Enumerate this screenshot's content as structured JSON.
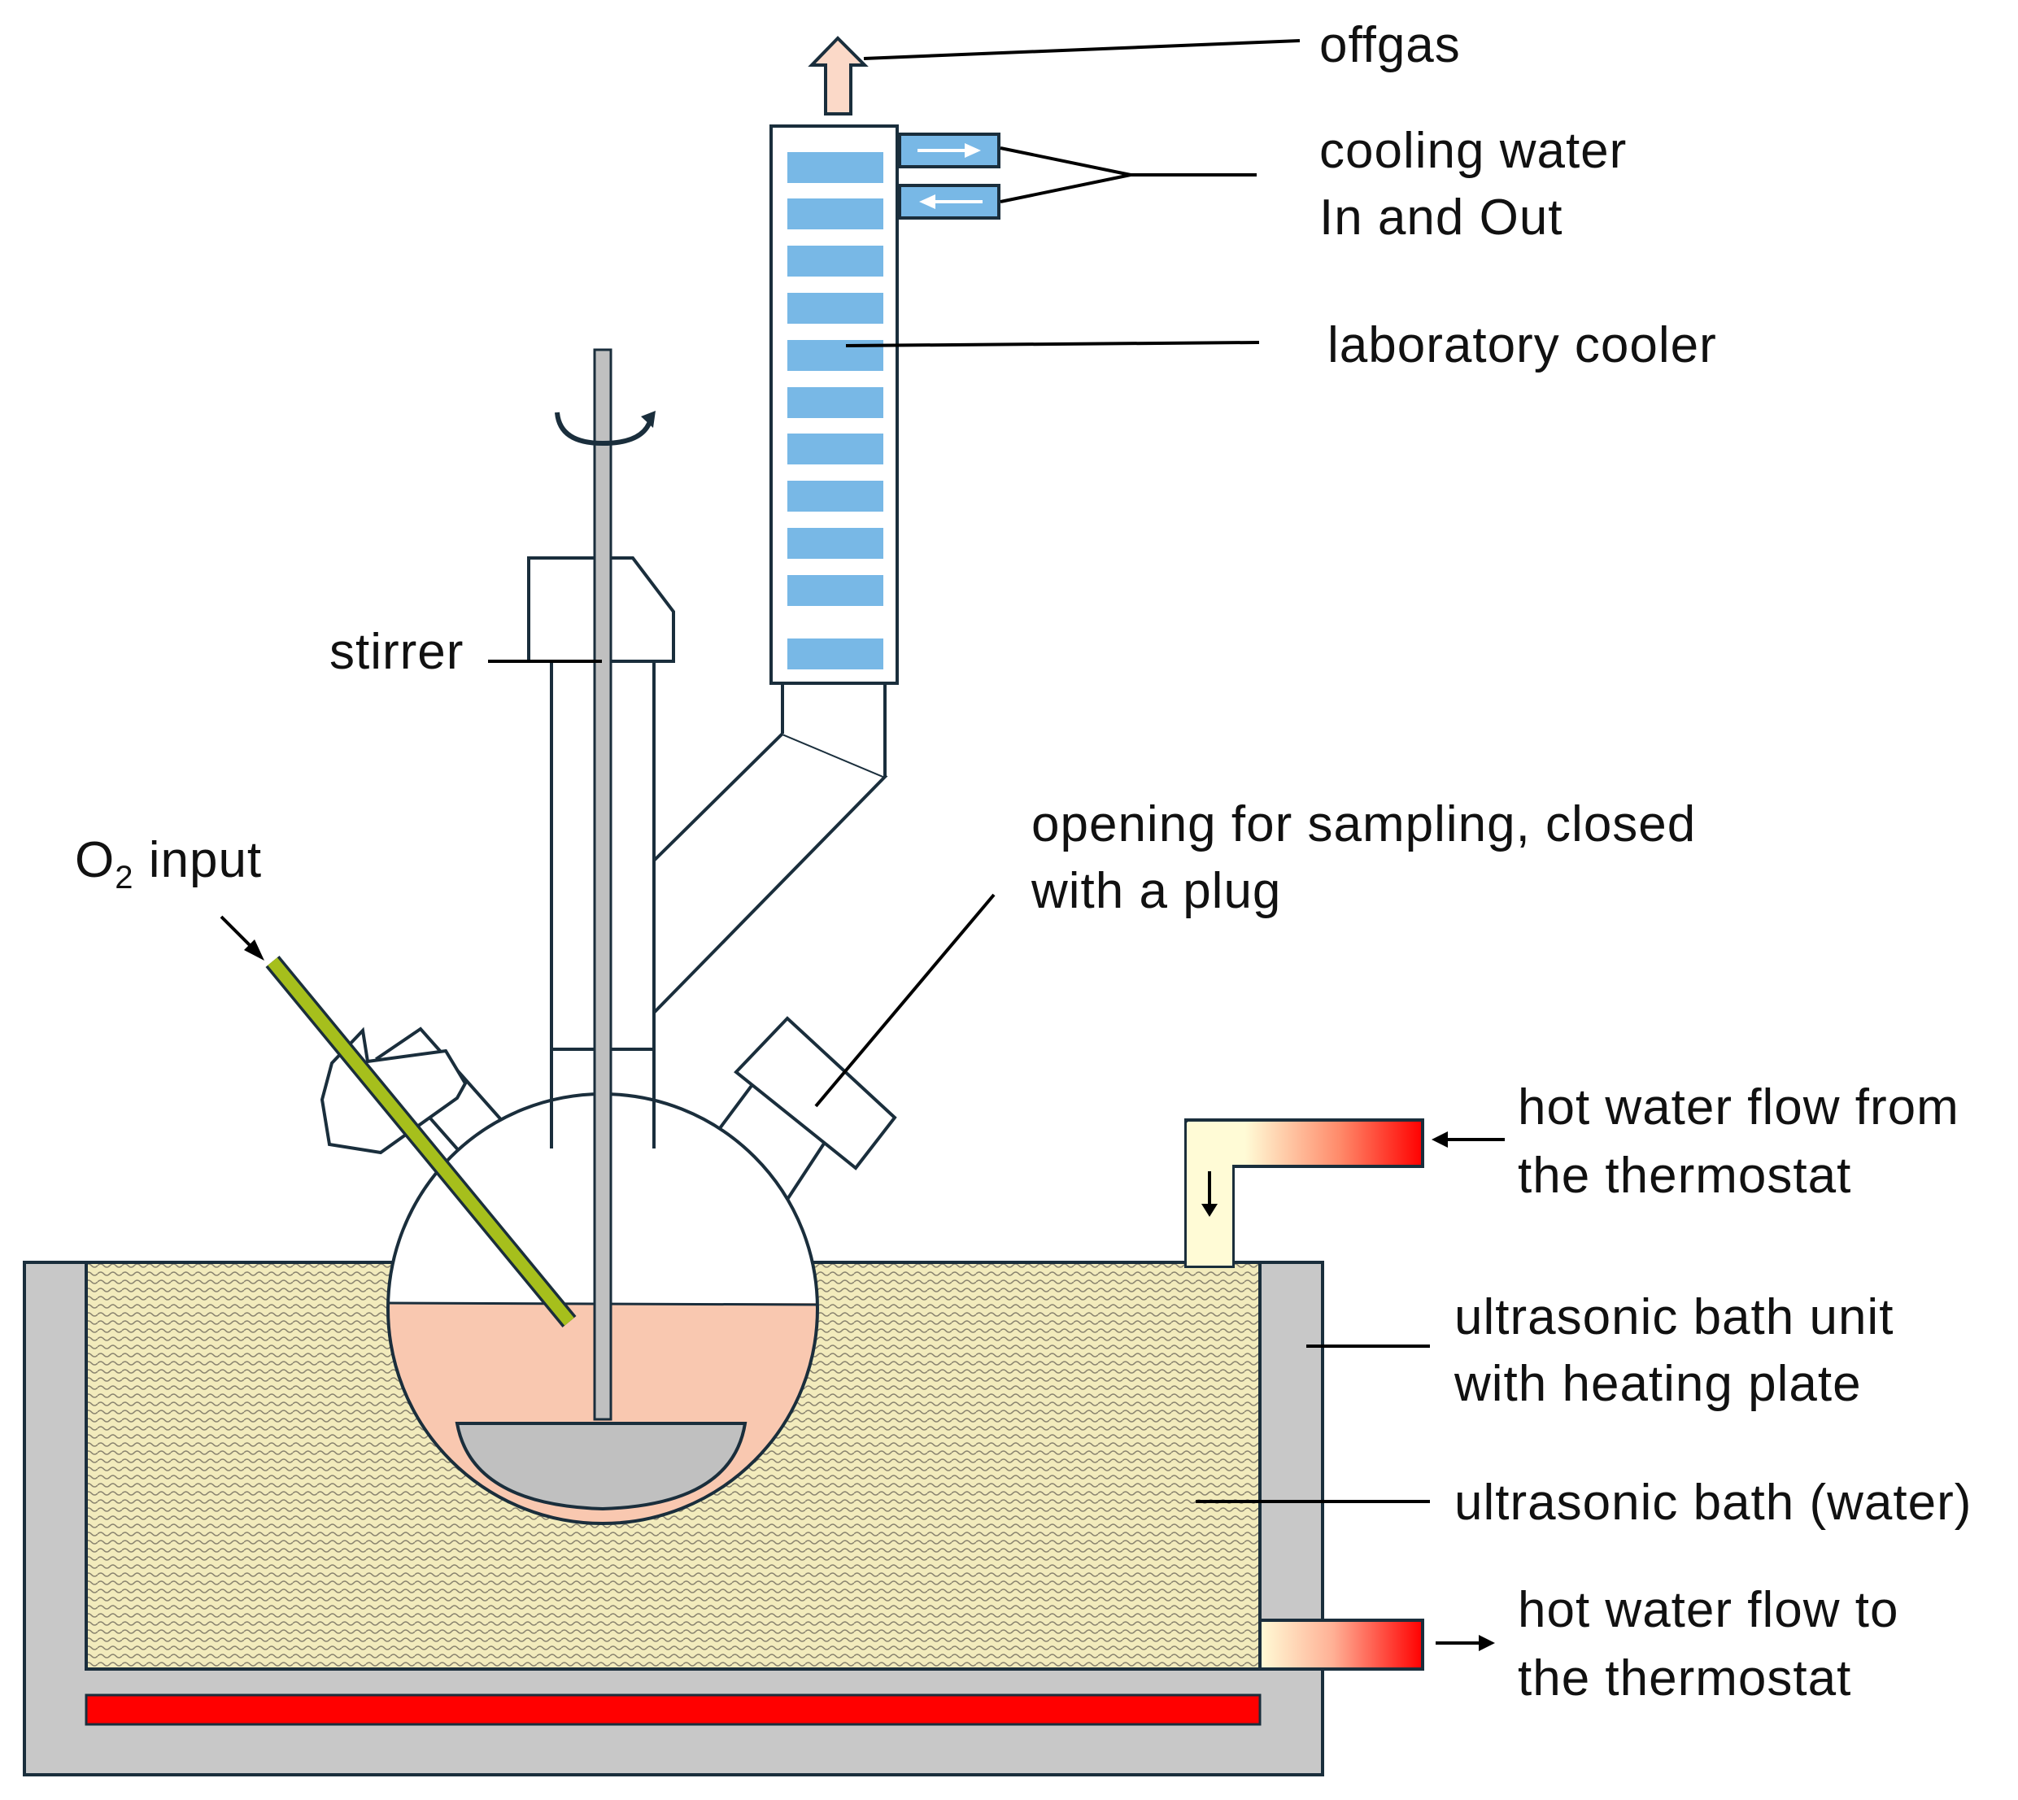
{
  "labels": {
    "offgas": "offgas",
    "cooling_water_line1": "cooling water",
    "cooling_water_line2": "In and Out",
    "laboratory_cooler": "laboratory cooler",
    "stirrer": "stirrer",
    "o2_input_prefix": "O",
    "o2_input_subscript": "2",
    "o2_input_suffix": " input",
    "sampling_line1": "opening for sampling, closed",
    "sampling_line2": "with a plug",
    "hot_in_line1": "hot water flow from",
    "hot_in_line2": "the thermostat",
    "bath_unit_line1": "ultrasonic bath unit",
    "bath_unit_line2": "with heating plate",
    "bath_water": "ultrasonic bath (water)",
    "hot_out_line1": "hot water flow to",
    "hot_out_line2": "the thermostat"
  },
  "colors": {
    "bath_housing": "#c8c8c8",
    "bath_water": "#f2ebbc",
    "bath_water_texture": "#8a8470",
    "heating_plate": "#ff0000",
    "liquid": "#f9c8b0",
    "cooler_fins": "#78b8e6",
    "o2_tube": "#a6bf1c",
    "stirrer_rod": "#c0c0c0",
    "offgas_arrow": "#fbd9c8",
    "hot_pipe_light": "#fffbd6",
    "hot_pipe_hot": "#ff0000",
    "outline": "#1a2e3c"
  },
  "icons": {
    "rotation": "rotation-arrow-icon",
    "offgas": "up-arrow-icon",
    "flow_in": "left-arrow-icon",
    "flow_out": "right-arrow-icon",
    "flow_down": "down-arrow-icon"
  }
}
